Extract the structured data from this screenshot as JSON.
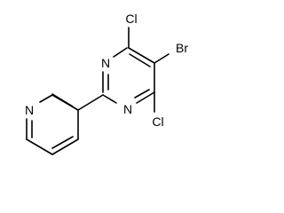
{
  "atoms": {
    "n_pyrimidine_upper": "N",
    "n_pyrimidine_lower": "N",
    "n_pyridine": "N",
    "cl_upper": "Cl",
    "cl_lower": "Cl",
    "br": "Br"
  }
}
